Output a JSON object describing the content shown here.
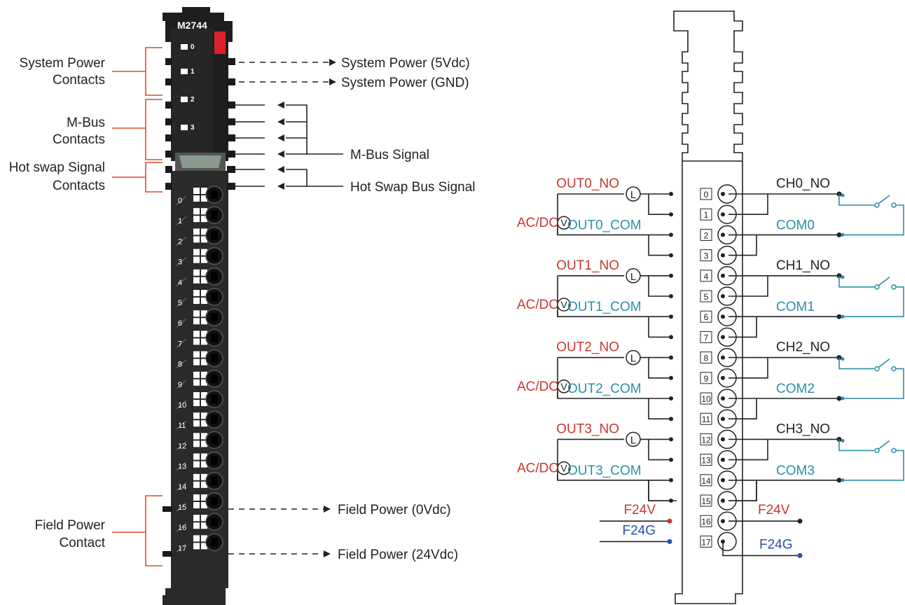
{
  "module": {
    "model": "M2744",
    "led_labels": [
      "0",
      "1",
      "2",
      "3"
    ],
    "terminal_labels": [
      "0",
      "1",
      "2",
      "3",
      "4",
      "5",
      "6",
      "7",
      "8",
      "9",
      "10",
      "11",
      "12",
      "13",
      "14",
      "15",
      "16",
      "17"
    ]
  },
  "left_labels": {
    "system_power": [
      "System Power",
      "Contacts"
    ],
    "mbus": [
      "M-Bus",
      "Contacts"
    ],
    "hotswap": [
      "Hot swap Signal",
      "Contacts"
    ],
    "field_power": [
      "Field Power",
      "Contact"
    ]
  },
  "right_labels": {
    "sys_5v": "System Power (5Vdc)",
    "sys_gnd": "System Power (GND)",
    "mbus_signal": "M-Bus Signal",
    "hotswap_signal": "Hot Swap Bus Signal",
    "field_0v": "Field Power (0Vdc)",
    "field_24v": "Field Power (24Vdc)"
  },
  "wiring": {
    "groups": [
      {
        "no": "OUT0_NO",
        "com": "OUT0_COM",
        "src": "AC/DC",
        "load": "L",
        "src_sym": "V",
        "ch_no": "CH0_NO",
        "ch_com": "COM0"
      },
      {
        "no": "OUT1_NO",
        "com": "OUT1_COM",
        "src": "AC/DC",
        "load": "L",
        "src_sym": "V",
        "ch_no": "CH1_NO",
        "ch_com": "COM1"
      },
      {
        "no": "OUT2_NO",
        "com": "OUT2_COM",
        "src": "AC/DC",
        "load": "L",
        "src_sym": "V",
        "ch_no": "CH2_NO",
        "ch_com": "COM2"
      },
      {
        "no": "OUT3_NO",
        "com": "OUT3_COM",
        "src": "AC/DC",
        "load": "L",
        "src_sym": "V",
        "ch_no": "CH3_NO",
        "ch_com": "COM3"
      }
    ],
    "terminals": [
      "0",
      "1",
      "2",
      "3",
      "4",
      "5",
      "6",
      "7",
      "8",
      "9",
      "10",
      "11",
      "12",
      "13",
      "14",
      "15",
      "16",
      "17"
    ],
    "f24v_left": "F24V",
    "f24g_left": "F24G",
    "f24v_right": "F24V",
    "f24g_right": "F24G"
  },
  "colors": {
    "red": "#c9372c",
    "teal": "#2a8fa8",
    "blue": "#2a4fa8",
    "module_body": "#262626",
    "led_red": "#e0202a"
  }
}
